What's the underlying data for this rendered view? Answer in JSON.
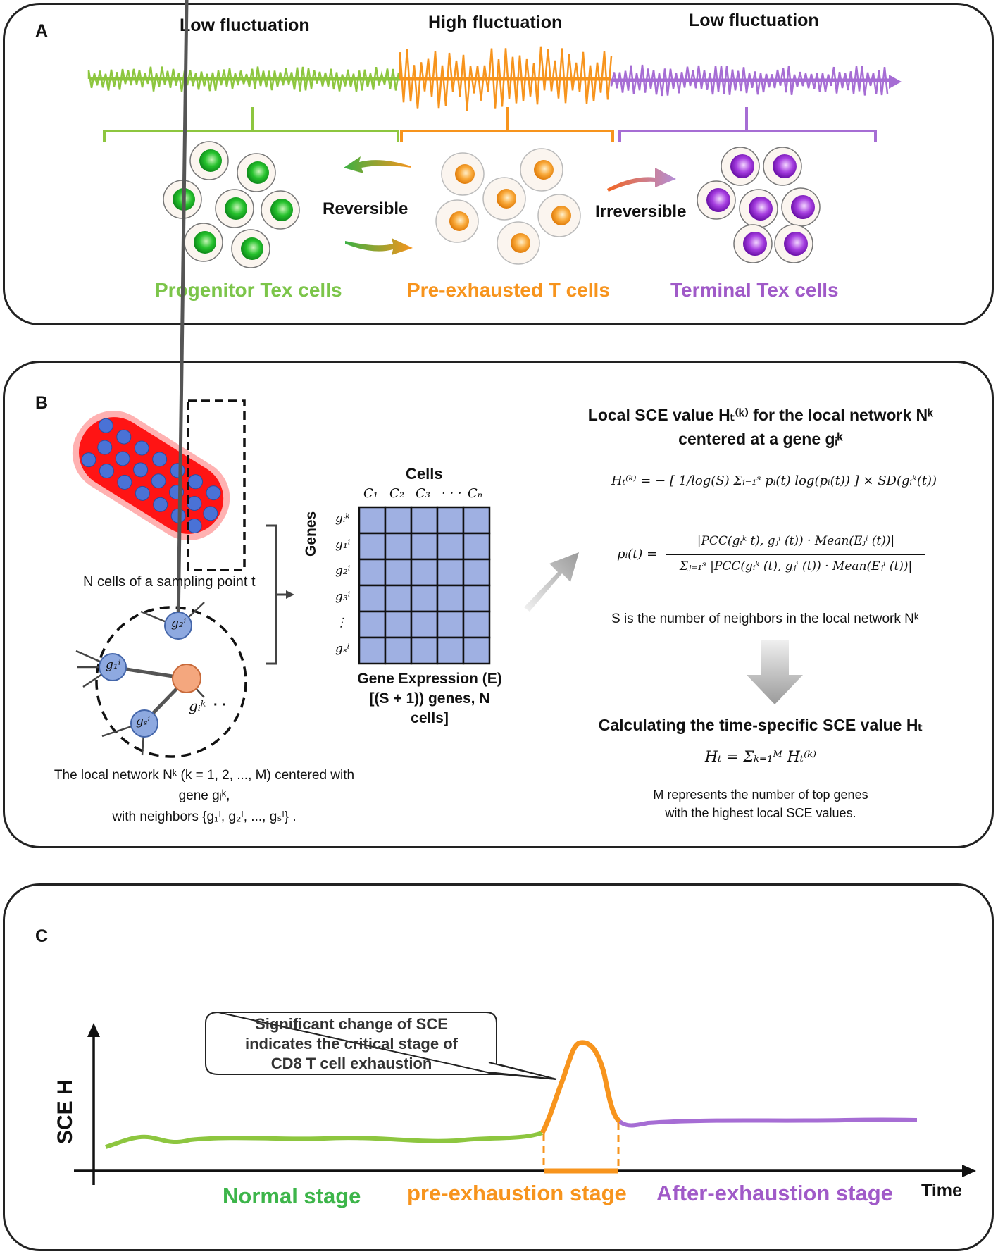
{
  "panel_a": {
    "label": "A",
    "fluct_left": "Low fluctuation",
    "fluct_mid": "High fluctuation",
    "fluct_right": "Low fluctuation",
    "reversible": "Reversible",
    "irreversible": "Irreversible",
    "group_left": "Progenitor Tex cells",
    "group_mid": "Pre-exhausted T cells",
    "group_right": "Terminal Tex cells",
    "colors": {
      "green": "#8dc63f",
      "orange": "#f7941d",
      "purple": "#a66dd4"
    }
  },
  "panel_b": {
    "label": "B",
    "sampling_caption": "N cells of a sampling point t",
    "network_caption_1": "The local network Nᵏ (k = 1, 2, ..., M) centered with",
    "network_caption_2": "gene gᵢᵏ,",
    "network_caption_3": "with neighbors {g₁ⁱ,  g₂ⁱ,  ...,  gₛⁱ} .",
    "node_labels": {
      "g2": "g₂ⁱ",
      "g1": "g₁ⁱ",
      "gs": "gₛⁱ",
      "center": "gᵢᵏ",
      "ellipsis": "· ·"
    },
    "matrix_title": "Cells",
    "matrix_cols": [
      "C₁",
      "C₂",
      "C₃",
      "· · ·",
      "Cₙ"
    ],
    "matrix_rows": [
      "gᵢᵏ",
      "g₁ⁱ",
      "g₂ⁱ",
      "g₃ⁱ",
      "⋮",
      "gₛⁱ"
    ],
    "genes_label": "Genes",
    "matrix_caption_1": "Gene Expression (E)",
    "matrix_caption_2": "[(S + 1)) genes, N",
    "matrix_caption_3": "cells]",
    "local_title_1": "Local SCE value Hₜ⁽ᵏ⁾  for  the local network Nᵏ",
    "local_title_2": "centered at a gene gᵢᵏ",
    "formula_h": "Hₜ⁽ᵏ⁾ = − [ 1/log(S) Σᵢ₌₁ˢ pᵢ(t) log(pᵢ(t)) ] × SD(gᵢᵏ(t))",
    "formula_p_lhs": "pᵢ(t) =",
    "formula_p_num": "|PCC(gᵢᵏ  t), gⱼⁱ (t)) · Mean(Eⱼⁱ (t))|",
    "formula_p_den": "Σⱼ₌₁ˢ |PCC(gᵢᵏ (t), gⱼⁱ (t)) · Mean(Eⱼⁱ (t))|",
    "s_note": "S is the number of neighbors in the local network Nᵏ",
    "time_title": "Calculating the time-specific SCE value  Hₜ",
    "formula_ht": "Hₜ = Σₖ₌₁ᴹ Hₜ⁽ᵏ⁾",
    "m_note_1": "M represents the number of top genes",
    "m_note_2": "with the highest local SCE values."
  },
  "panel_c": {
    "label": "C",
    "callout_1": "Significant change of SCE",
    "callout_2": "indicates the critical stage of",
    "callout_3": "CD8 T cell exhaustion",
    "y_label": "SCE H",
    "x_label": "Time",
    "stage_normal": "Normal stage",
    "stage_pre": "pre-exhaustion stage",
    "stage_after": "After-exhaustion stage",
    "colors": {
      "normal": "#6cc24a",
      "pre": "#f7941d",
      "after": "#a66dd4"
    }
  }
}
